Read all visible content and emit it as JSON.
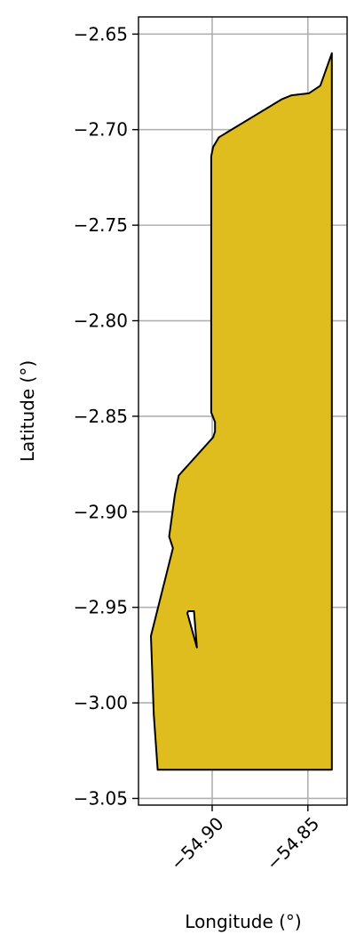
{
  "chart_data": {
    "type": "map",
    "xlabel": "Longitude (°)",
    "ylabel": "Latitude (°)",
    "xlim": [
      -54.9385,
      -54.8295
    ],
    "ylim": [
      -3.0535,
      -2.641
    ],
    "grid": true,
    "x_ticks": [
      {
        "value": -54.9,
        "label": "−54.90"
      },
      {
        "value": -54.85,
        "label": "−54.85"
      }
    ],
    "y_ticks": [
      {
        "value": -2.65,
        "label": "−2.65"
      },
      {
        "value": -2.7,
        "label": "−2.70"
      },
      {
        "value": -2.75,
        "label": "−2.75"
      },
      {
        "value": -2.8,
        "label": "−2.80"
      },
      {
        "value": -2.85,
        "label": "−2.85"
      },
      {
        "value": -2.9,
        "label": "−2.90"
      },
      {
        "value": -2.95,
        "label": "−2.95"
      },
      {
        "value": -3.0,
        "label": "−3.00"
      },
      {
        "value": -3.05,
        "label": "−3.05"
      }
    ],
    "fill_color": "#DFBD1F",
    "edge_color": "#000000",
    "grid_color": "#b0b0b0",
    "polygon": {
      "exterior": [
        [
          -54.8375,
          -2.66
        ],
        [
          -54.8435,
          -2.677
        ],
        [
          -54.8495,
          -2.681
        ],
        [
          -54.8585,
          -2.682
        ],
        [
          -54.8635,
          -2.684
        ],
        [
          -54.8965,
          -2.704
        ],
        [
          -54.8995,
          -2.709
        ],
        [
          -54.9005,
          -2.714
        ],
        [
          -54.9005,
          -2.848
        ],
        [
          -54.8985,
          -2.853
        ],
        [
          -54.8985,
          -2.858
        ],
        [
          -54.8995,
          -2.861
        ],
        [
          -54.9175,
          -2.881
        ],
        [
          -54.9195,
          -2.891
        ],
        [
          -54.9225,
          -2.913
        ],
        [
          -54.9205,
          -2.919
        ],
        [
          -54.932,
          -2.965
        ],
        [
          -54.9305,
          -3.006
        ],
        [
          -54.9285,
          -3.035
        ],
        [
          -54.8375,
          -3.035
        ]
      ],
      "hole": [
        [
          -54.9125,
          -2.952
        ],
        [
          -54.9095,
          -2.952
        ],
        [
          -54.908,
          -2.971
        ],
        [
          -54.913,
          -2.953
        ]
      ]
    }
  }
}
